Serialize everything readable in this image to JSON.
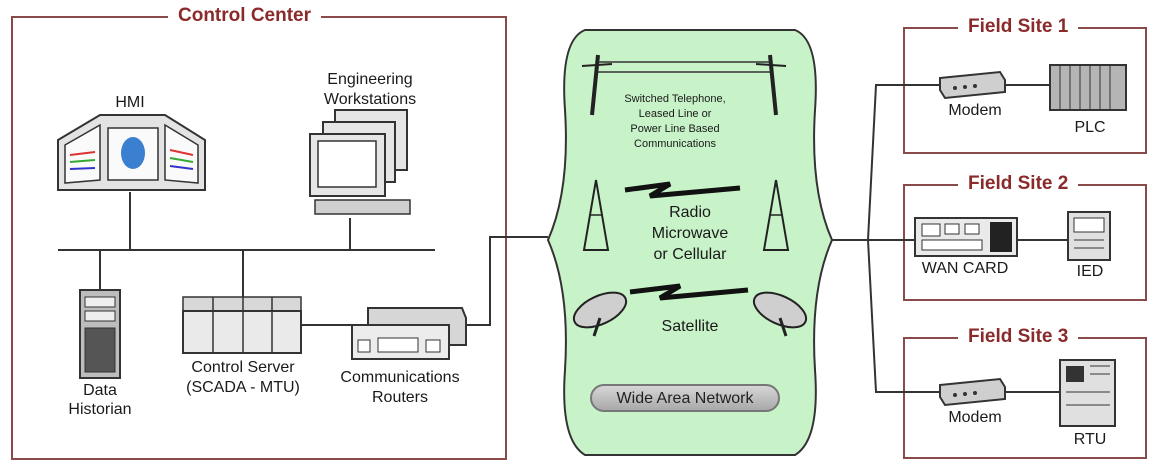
{
  "control_center": {
    "title": "Control Center",
    "hmi": "HMI",
    "engineering_line1": "Engineering",
    "engineering_line2": "Workstations",
    "historian_line1": "Data",
    "historian_line2": "Historian",
    "server_line1": "Control Server",
    "server_line2": "(SCADA - MTU)",
    "routers_line1": "Communications",
    "routers_line2": "Routers"
  },
  "network": {
    "telephone_lines": [
      "Switched Telephone,",
      "Leased Line or",
      "Power Line Based",
      "Communications"
    ],
    "radio_lines": [
      "Radio",
      "Microwave",
      "or Cellular"
    ],
    "satellite": "Satellite",
    "wan": "Wide Area Network",
    "cloud_color": "#c8f2c8"
  },
  "field_sites": [
    {
      "title": "Field Site 1",
      "device_a": "Modem",
      "device_b": "PLC"
    },
    {
      "title": "Field Site 2",
      "device_a": "WAN CARD",
      "device_b": "IED"
    },
    {
      "title": "Field Site 3",
      "device_a": "Modem",
      "device_b": "RTU"
    }
  ],
  "colors": {
    "title": "#8a2a2a",
    "frame": "#8a4a4a",
    "line": "#333333"
  }
}
